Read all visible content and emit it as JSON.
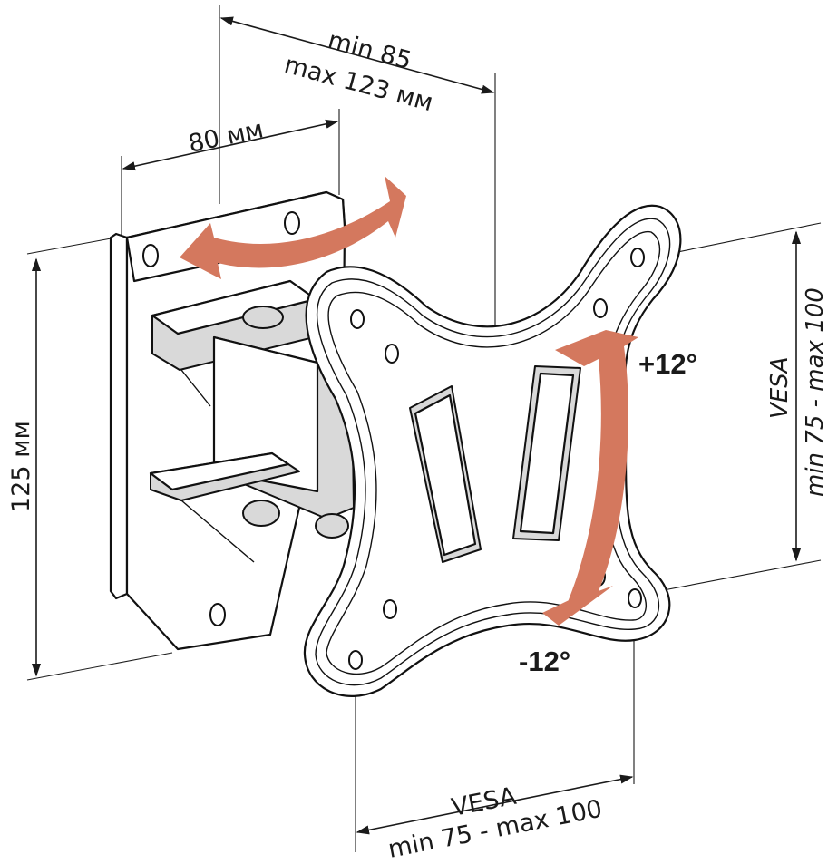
{
  "dimensions": {
    "width_top_min": "min 85",
    "width_top_max": "max 123 мм",
    "bracket_width": "80 мм",
    "height": "125 мм",
    "vesa_right_title": "VESA",
    "vesa_right_range": "min 75 - max 100",
    "vesa_bottom_title": "VESA",
    "vesa_bottom_range": "min 75 - max 100"
  },
  "tilt": {
    "up": "+12°",
    "down": "-12°"
  },
  "colors": {
    "arrow": "#d4785e",
    "line": "#1a1a1a"
  }
}
